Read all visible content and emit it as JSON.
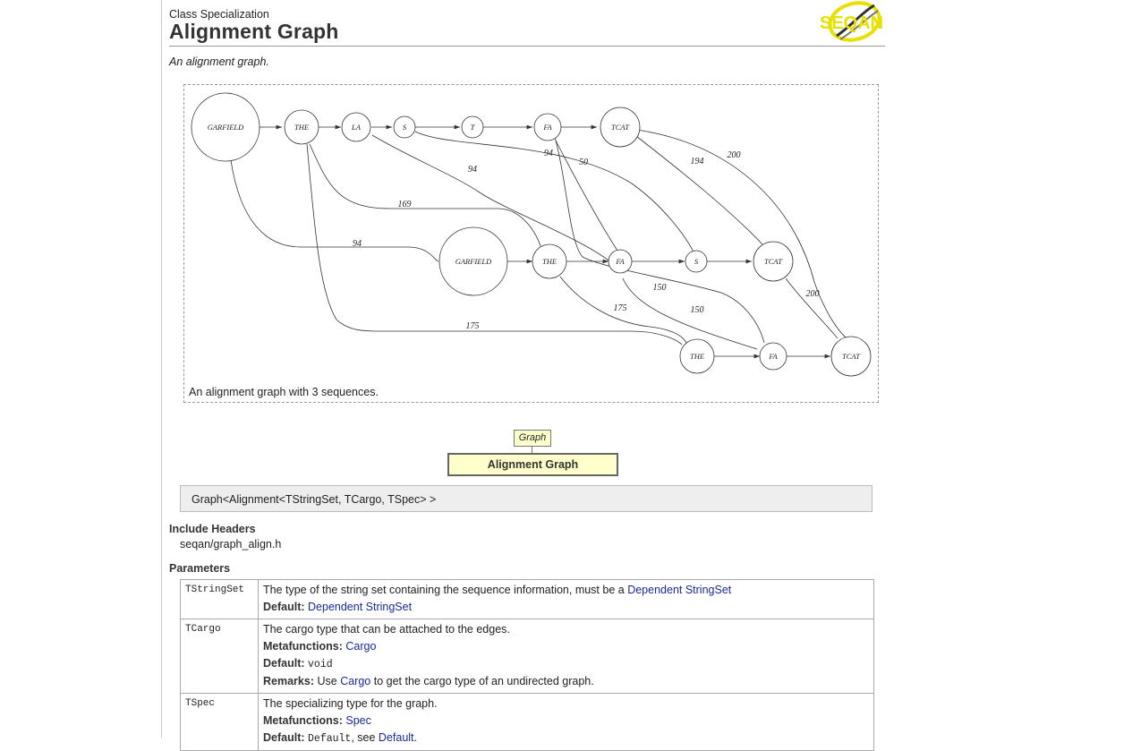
{
  "header": {
    "kind": "Class Specialization",
    "title": "Alignment Graph",
    "logo_text": "SEQAN"
  },
  "summary": "An alignment graph.",
  "figure": {
    "caption": "An alignment graph with 3 sequences.",
    "nodes": {
      "n1": "GARFIELD",
      "n2": "THE",
      "n3": "LA",
      "n4": "S",
      "n5": "T",
      "n6": "FA",
      "n7": "TCAT",
      "m1": "GARFIELD",
      "m2": "THE",
      "m3": "FA",
      "m4": "S",
      "m5": "TCAT",
      "k1": "THE",
      "k2": "FA",
      "k3": "TCAT"
    },
    "edge_labels": {
      "e94a": "94",
      "e94b": "94",
      "e50": "50",
      "e194": "194",
      "e200a": "200",
      "e169": "169",
      "e94c": "94",
      "e150a": "150",
      "e175a": "175",
      "e150b": "150",
      "e200b": "200",
      "e175b": "175"
    }
  },
  "hierarchy": {
    "parent": "Graph",
    "current": "Alignment Graph"
  },
  "signature": "Graph<Alignment<TStringSet, TCargo, TSpec> >",
  "include": {
    "heading": "Include Headers",
    "file": "seqan/graph_align.h"
  },
  "parameters": {
    "heading": "Parameters",
    "default_label": "Default:",
    "metafunctions_label": "Metafunctions:",
    "remarks_label": "Remarks:",
    "rows": [
      {
        "name": "TStringSet",
        "desc": "The type of the string set containing the sequence information, must be a",
        "desc_link": "Dependent StringSet",
        "default_link": "Dependent StringSet"
      },
      {
        "name": "TCargo",
        "desc": "The cargo type that can be attached to the edges.",
        "metafunctions_link": "Cargo",
        "default_code": "void",
        "remarks_pre": "Use",
        "remarks_link": "Cargo",
        "remarks_post": "to get the cargo type of an undirected graph."
      },
      {
        "name": "TSpec",
        "desc": "The specializing type for the graph.",
        "metafunctions_link": "Spec",
        "default_code": "Default",
        "default_sep": ", see",
        "default_link": "Default",
        "default_end": "."
      }
    ]
  },
  "colors": {
    "box_fill": "#ffffcc",
    "link": "#1a2a9a",
    "logo_yellow": "#e8e000"
  }
}
